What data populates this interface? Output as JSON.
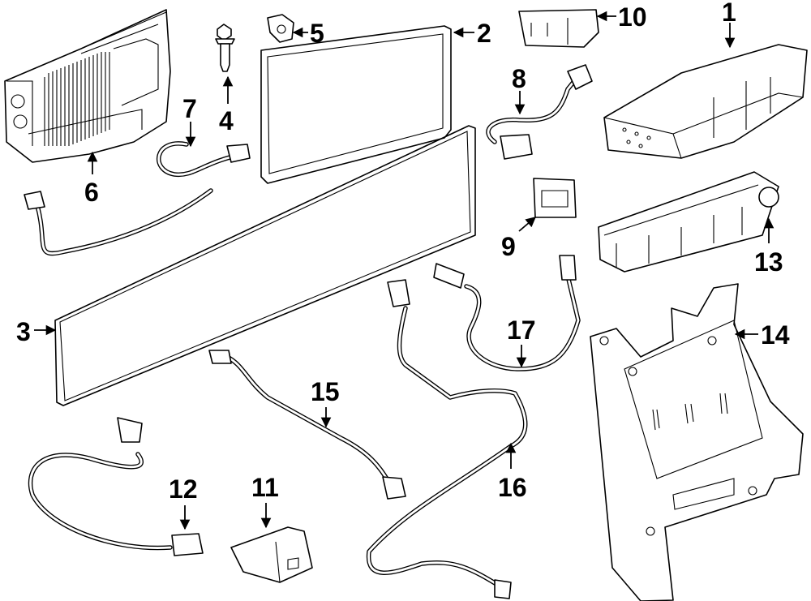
{
  "diagram": {
    "type": "exploded-parts-diagram",
    "background_color": "#ffffff",
    "line_color": "#000000",
    "callouts": [
      {
        "id": "1",
        "label": "1",
        "part": "radio-receiver-unit"
      },
      {
        "id": "2",
        "label": "2",
        "part": "display-screen"
      },
      {
        "id": "3",
        "label": "3",
        "part": "display-bezel-seal"
      },
      {
        "id": "4",
        "label": "4",
        "part": "bolt"
      },
      {
        "id": "5",
        "label": "5",
        "part": "clip-nut"
      },
      {
        "id": "6",
        "label": "6",
        "part": "amplifier-module"
      },
      {
        "id": "7",
        "label": "7",
        "part": "wire-harness"
      },
      {
        "id": "8",
        "label": "8",
        "part": "wire-harness-connector"
      },
      {
        "id": "9",
        "label": "9",
        "part": "switch-module"
      },
      {
        "id": "10",
        "label": "10",
        "part": "usb-module"
      },
      {
        "id": "11",
        "label": "11",
        "part": "aux-jack-module"
      },
      {
        "id": "12",
        "label": "12",
        "part": "wire-harness-connector"
      },
      {
        "id": "13",
        "label": "13",
        "part": "control-panel"
      },
      {
        "id": "14",
        "label": "14",
        "part": "mounting-bracket"
      },
      {
        "id": "15",
        "label": "15",
        "part": "antenna-cable"
      },
      {
        "id": "16",
        "label": "16",
        "part": "antenna-cable"
      },
      {
        "id": "17",
        "label": "17",
        "part": "antenna-cable"
      }
    ]
  }
}
